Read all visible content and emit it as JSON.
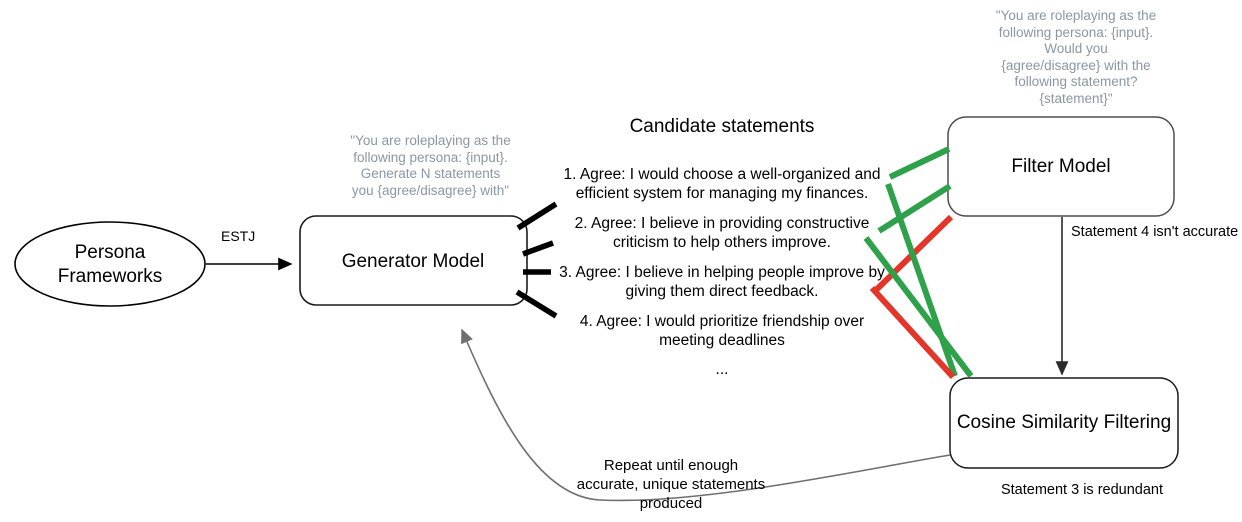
{
  "diagram": {
    "title": "Persona statement generation and filtering pipeline",
    "colors": {
      "accept_green": "#2fa14b",
      "reject_red": "#e33529",
      "node_stroke": "#4d4d4d",
      "black_stroke": "#000000",
      "loop_gray": "#7f7f7f",
      "prompt_gray": "#8a97a4",
      "background": "#ffffff"
    },
    "nodes": {
      "persona": {
        "label": "Persona\nFrameworks",
        "line1": "Persona",
        "line2": "Frameworks",
        "shape": "ellipse"
      },
      "generator": {
        "label": "Generator Model",
        "shape": "rounded-rect"
      },
      "filter": {
        "label": "Filter Model",
        "shape": "rounded-rect"
      },
      "cosine": {
        "label": "Cosine Similarity Filtering",
        "shape": "rounded-rect"
      }
    },
    "prompts": {
      "generator_prompt": "\"You are roleplaying as the\nfollowing persona: {input}.\nGenerate N statements\nyou {agree/disagree} with\"",
      "filter_prompt": "\"You are roleplaying as the\nfollowing persona: {input}.\nWould you\n{agree/disagree} with the\nfollowing statement?\n{statement}\""
    },
    "edges": {
      "persona_to_generator_label": "ESTJ",
      "filter_to_cosine_label": "Statement 4 isn't accurate",
      "cosine_caption": "Statement 3 is redundant",
      "loop_caption": "Repeat until enough\naccurate, unique statements\nproduced"
    },
    "candidates": {
      "heading": "Candidate statements",
      "items": [
        {
          "number": "1.",
          "text": "1. Agree: I would choose a well-organized and\nefficient system for managing my finances.",
          "verdict": "accept"
        },
        {
          "number": "2.",
          "text": "2. Agree: I believe in providing constructive\ncriticism to help others improve.",
          "verdict": "accept"
        },
        {
          "number": "3.",
          "text": "3. Agree: I believe in helping people improve by\ngiving them direct feedback.",
          "verdict": "redundant"
        },
        {
          "number": "4.",
          "text": "4. Agree: I would prioritize friendship over\nmeeting deadlines",
          "verdict": "reject"
        }
      ],
      "ellipsis": "..."
    }
  }
}
